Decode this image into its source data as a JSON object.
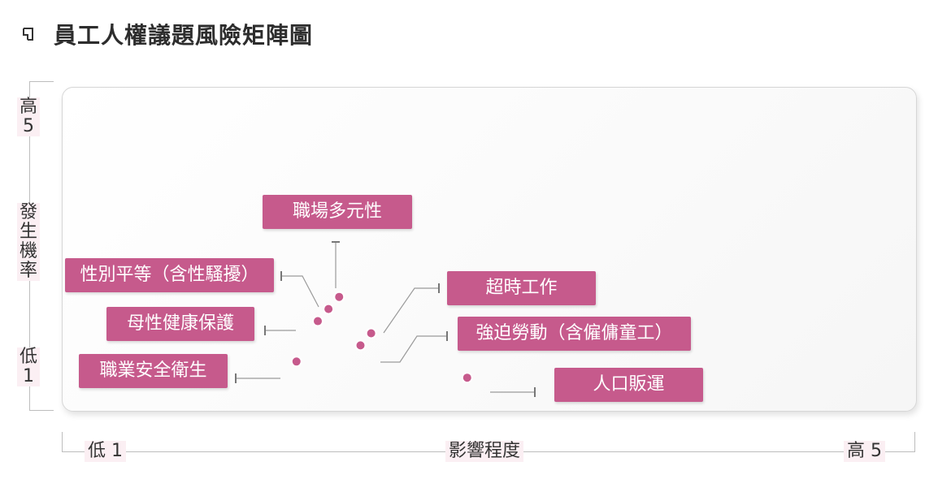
{
  "title": "員工人權議題風險矩陣圖",
  "chart_data": {
    "type": "scatter",
    "title": "員工人權議題風險矩陣圖",
    "ylabel": "發生機率",
    "xlabel": "影響程度",
    "xlim": [
      1,
      5
    ],
    "ylim": [
      1,
      5
    ],
    "y_high": "高\n5",
    "y_low": "低\n1",
    "x_low": "低 1",
    "x_high": "高 5",
    "marker_color": "#c65a8c",
    "label_color": "#c65a8c",
    "points": [
      {
        "name": "職場多元性",
        "x": 2.3,
        "y": 2.4
      },
      {
        "name": "性別平等（含性騷擾）",
        "x": 2.25,
        "y": 2.25
      },
      {
        "name": "母性健康保護",
        "x": 2.2,
        "y": 2.1
      },
      {
        "name": "超時工作",
        "x": 2.45,
        "y": 1.95
      },
      {
        "name": "強迫勞動（含僱傭童工）",
        "x": 2.4,
        "y": 1.8
      },
      {
        "name": "職業安全衛生",
        "x": 2.1,
        "y": 1.6
      },
      {
        "name": "人口販運",
        "x": 2.9,
        "y": 1.4
      }
    ]
  }
}
